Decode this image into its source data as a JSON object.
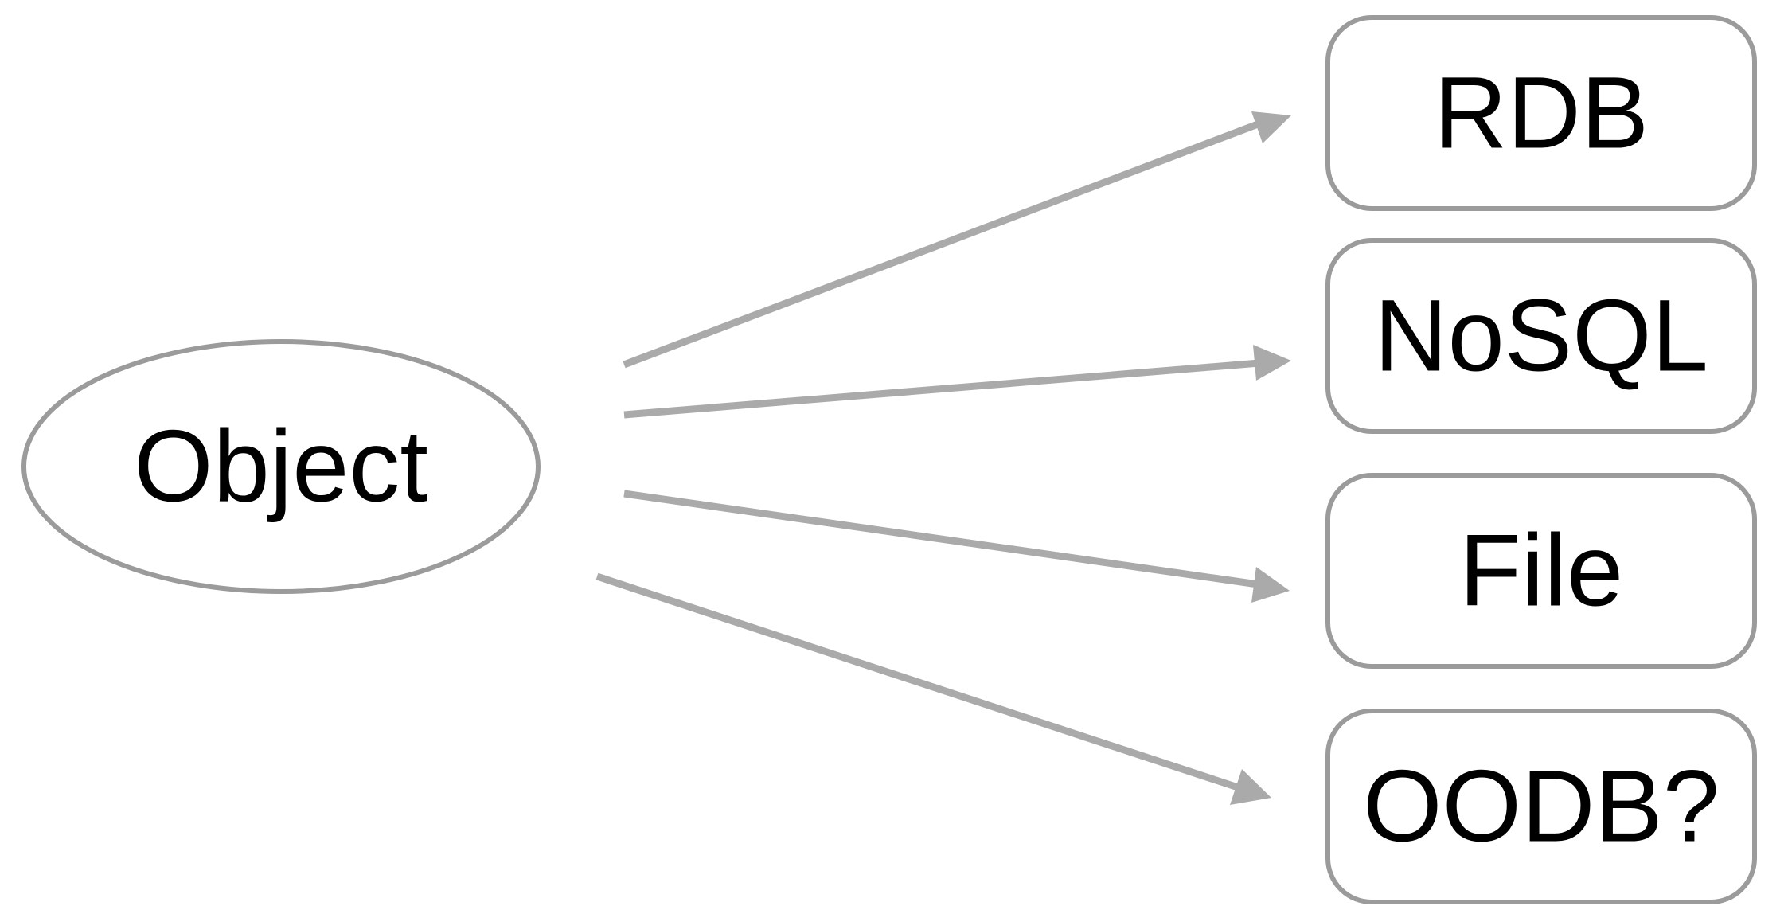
{
  "diagram": {
    "source": {
      "label": "Object"
    },
    "targets": [
      {
        "label": "RDB"
      },
      {
        "label": "NoSQL"
      },
      {
        "label": "File"
      },
      {
        "label": "OODB?"
      }
    ]
  },
  "colors": {
    "node_stroke": "#9b9b9b",
    "arrow": "#aaaaaa",
    "text": "#000000",
    "background": "#ffffff"
  }
}
